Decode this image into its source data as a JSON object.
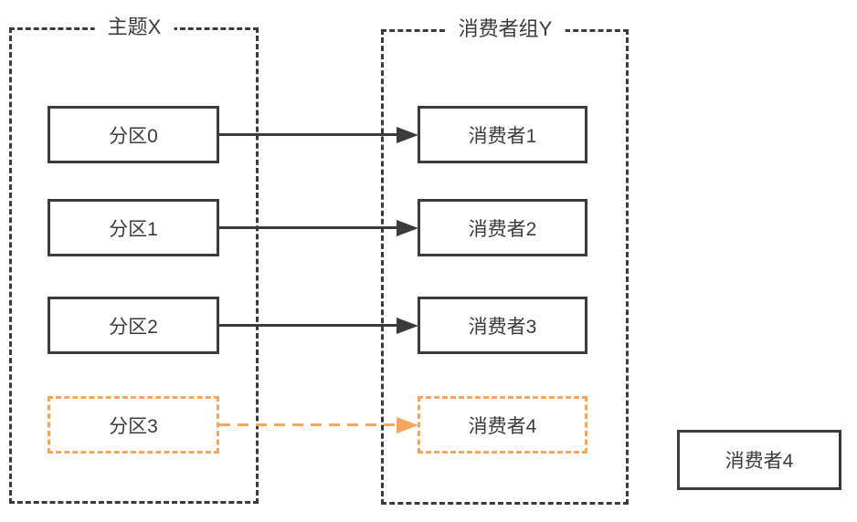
{
  "colors": {
    "dark": "#3b3b3b",
    "orange": "#f9a65a",
    "background": "#ffffff"
  },
  "topic": {
    "label": "主题X",
    "partitions": [
      {
        "label": "分区0",
        "style": "solid"
      },
      {
        "label": "分区1",
        "style": "solid"
      },
      {
        "label": "分区2",
        "style": "solid"
      },
      {
        "label": "分区3",
        "style": "dashed-orange"
      }
    ]
  },
  "consumer_group": {
    "label": "消费者组Y",
    "consumers": [
      {
        "label": "消费者1",
        "style": "solid"
      },
      {
        "label": "消费者2",
        "style": "solid"
      },
      {
        "label": "消费者3",
        "style": "solid"
      },
      {
        "label": "消费者4",
        "style": "dashed-orange"
      }
    ]
  },
  "standalone_consumer": {
    "label": "消费者4"
  },
  "connections": [
    {
      "from": "分区0",
      "to": "消费者1",
      "style": "solid"
    },
    {
      "from": "分区1",
      "to": "消费者2",
      "style": "solid"
    },
    {
      "from": "分区2",
      "to": "消费者3",
      "style": "solid"
    },
    {
      "from": "分区3",
      "to": "消费者4",
      "style": "dashed-orange"
    }
  ]
}
